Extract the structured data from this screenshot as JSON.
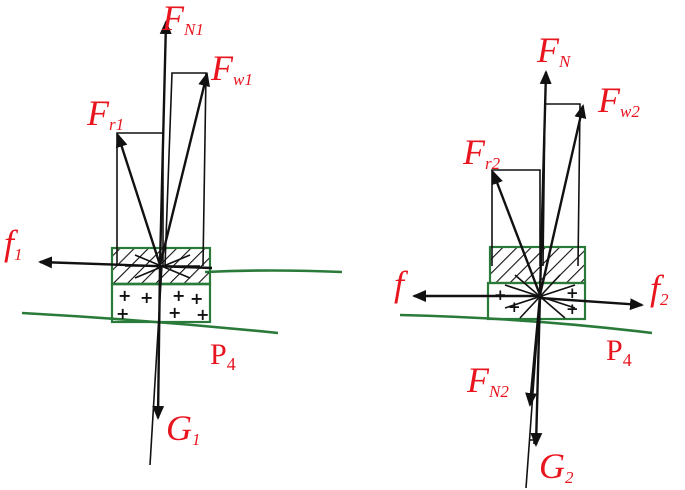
{
  "left_diagram": {
    "normal_force": {
      "main": "F",
      "sub": "N1"
    },
    "resultant_force": {
      "main": "F",
      "sub": "w1"
    },
    "radial_force": {
      "main": "F",
      "sub": "r1"
    },
    "friction": {
      "main": "f",
      "sub": "1"
    },
    "point": {
      "main": "P",
      "sub": "4"
    },
    "gravity": {
      "main": "G",
      "sub": "1"
    }
  },
  "right_diagram": {
    "normal_force": {
      "main": "F",
      "sub": "N"
    },
    "resultant_force": {
      "main": "F",
      "sub": "w2"
    },
    "radial_force": {
      "main": "F",
      "sub": "r2"
    },
    "friction_left": {
      "main": "f",
      "sub": ""
    },
    "friction_right": {
      "main": "f",
      "sub": "2"
    },
    "normal_force_2": {
      "main": "F",
      "sub": "N2"
    },
    "point": {
      "main": "P",
      "sub": "4"
    },
    "gravity": {
      "main": "G",
      "sub": "2"
    }
  },
  "colors": {
    "label": "#e8141e",
    "ground": "#2a7a3a",
    "lines": "#111111"
  }
}
